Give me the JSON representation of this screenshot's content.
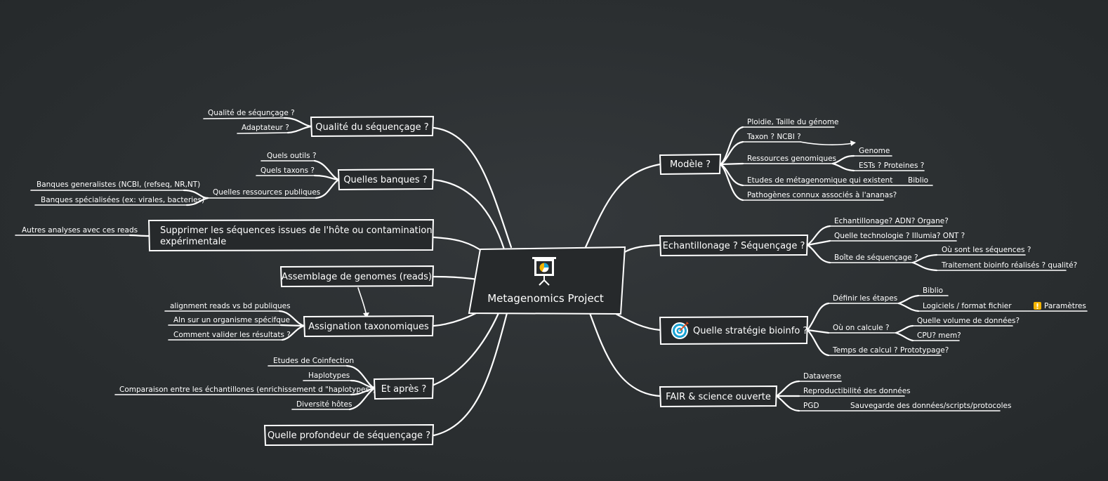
{
  "title": "Metagenomics Project",
  "left": {
    "qualite": {
      "label": "Qualité du séquençage ?",
      "children": [
        "Qualité de séqunçage ?",
        "Adaptateur ?"
      ]
    },
    "banques": {
      "label": "Quelles banques ?",
      "children": [
        "Quels outils ?",
        "Quels taxons ?",
        "Quelles ressources publiques"
      ],
      "ressources_children": [
        "Banques generalistes (NCBI, (refseq, NR,NT)",
        "Banques spécialisées (ex: virales, bacteries)"
      ]
    },
    "supprimer": {
      "label_line1": "Supprimer les séquences issues de l'hôte ou contamination",
      "label_line2": "expérimentale",
      "children": [
        "Autres analyses avec ces reads"
      ]
    },
    "assemblage": {
      "label": "Assemblage de genomes (reads)"
    },
    "assignation": {
      "label": "Assignation taxonomiques",
      "children": [
        "alignment reads vs bd publiques",
        "Aln sur un organisme spécifque",
        "Comment valider les résultats ?"
      ]
    },
    "apres": {
      "label": "Et après ?",
      "children": [
        "Etudes de Coinfection",
        "Haplotypes",
        "Comparaison entre les échantillones (enrichissement d \"haplotypes\")",
        "Diversité hôtes"
      ]
    },
    "profondeur": {
      "label": "Quelle profondeur de séquençage ?"
    }
  },
  "right": {
    "modele": {
      "label": "Modèle ?",
      "children": [
        "Ploidie, Taille du génome",
        "Taxon ? NCBI ?",
        "Ressources genomiques",
        "Etudes de métagenomique qui existent",
        "Pathogènes connux associés à l'ananas?"
      ],
      "ressources_children": [
        "Genome",
        "ESTs ? Proteines ?"
      ],
      "etudes_children": [
        "Biblio"
      ]
    },
    "echantillonage": {
      "label": "Echantillonage ? Séquençage ?",
      "children": [
        "Echantillonage? ADN? Organe?",
        "Quelle technologie ? Illumia? ONT ?",
        "Boîte de séquençage ?"
      ],
      "boite_children": [
        "Où sont les séquences ?",
        "Traitement bioinfo réalisés ? qualité?"
      ]
    },
    "strategie": {
      "label": "Quelle stratégie bioinfo ?",
      "children": [
        "Définir les étapes",
        "Où on calcule ?",
        "Temps de calcul ? Prototypage?"
      ],
      "etapes_children": [
        "Biblio",
        "Logiciels / format fichier"
      ],
      "logiciels_children": [
        "Paramètres"
      ],
      "calcule_children": [
        "Quelle volume de données?",
        "CPU? mem?"
      ]
    },
    "fair": {
      "label": "FAIR & science ouverte",
      "children": [
        "Dataverse",
        "Reproductibilité des données",
        "PGD"
      ],
      "pgd_children": [
        "Sauvegarde des données/scripts/protocoles"
      ]
    }
  },
  "icons": [
    "presentation-icon",
    "target-icon",
    "warning-icon"
  ],
  "colors": {
    "background": "#2b2f31",
    "ink": "#ffffff",
    "warning": "#f4b400",
    "target_blue": "#1aa3d4"
  }
}
